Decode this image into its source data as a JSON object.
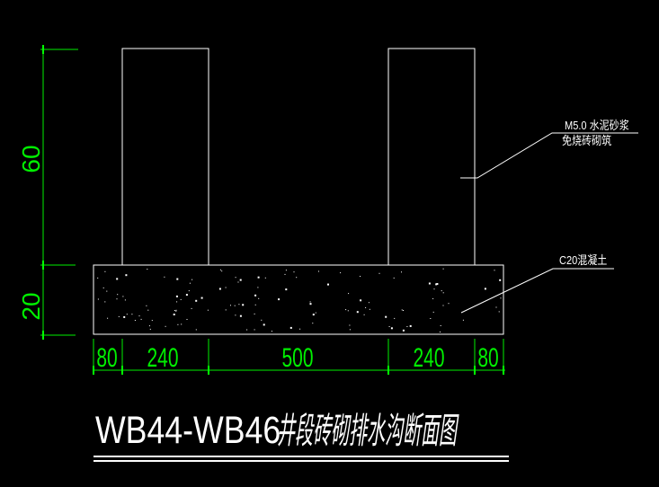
{
  "window": {
    "background": "#000000"
  },
  "drawing": {
    "title": {
      "code": "WB44-WB46",
      "name": "井段砖砌排水沟断面图"
    },
    "annotations": {
      "wall_label_line1": "M5.0 水泥砂浆",
      "wall_label_line2": "免烧砖砌筑",
      "base_label": "C20混凝土"
    },
    "dimensions": {
      "vertical": [
        "60",
        "20"
      ],
      "bottom": [
        "80",
        "240",
        "500",
        "240",
        "80"
      ]
    },
    "colors": {
      "dimension_green": "#00f000",
      "drawing_white": "#ffffff",
      "background": "#000000"
    }
  }
}
